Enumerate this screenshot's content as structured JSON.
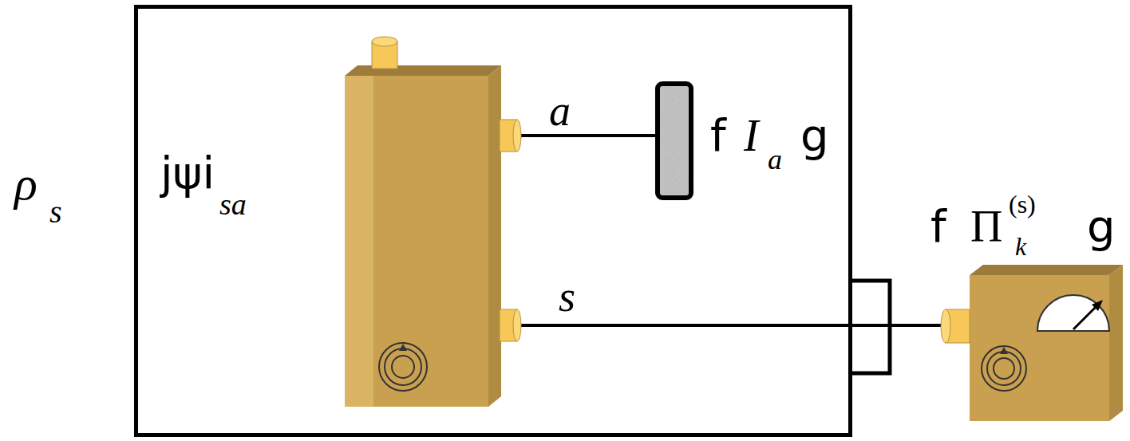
{
  "diagram": {
    "nodes": [
      {
        "text": [
          "jψi",
          "sa"
        ]
      }
    ],
    "labels": [
      "ρ",
      "s",
      "a",
      "f",
      "I",
      "a",
      "g",
      "s",
      "f",
      "Π",
      "(s)",
      "k",
      "g"
    ]
  }
}
